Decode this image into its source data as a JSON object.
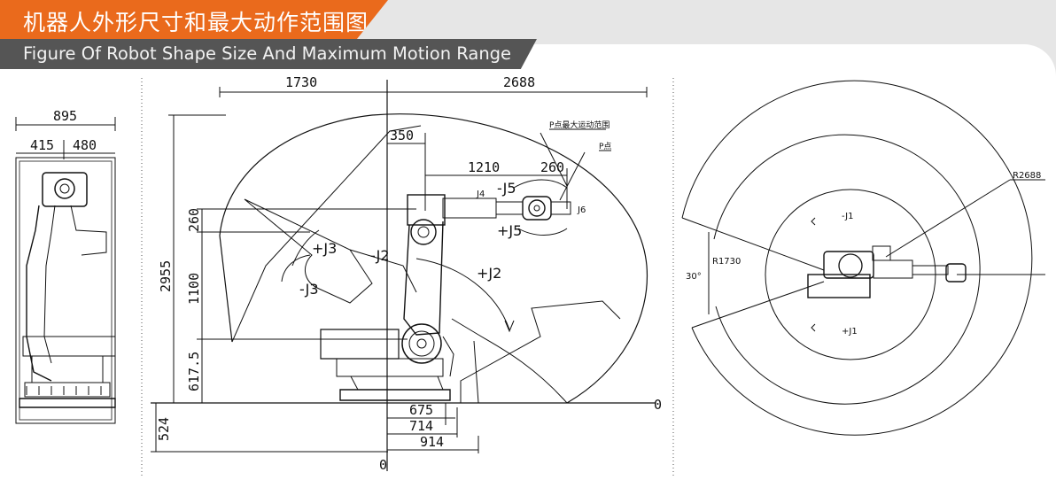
{
  "header": {
    "title_cn": "机器人外形尺寸和最大动作范围图",
    "title_en": "Figure Of Robot Shape Size And Maximum Motion Range"
  },
  "front_view": {
    "overall_width": "895",
    "left_width": "415",
    "right_width": "480"
  },
  "side_view": {
    "top_left": "1730",
    "top_right": "2688",
    "offset_350": "350",
    "arm_1210": "1210",
    "wrist_260": "260",
    "h_260": "260",
    "h_2955": "2955",
    "h_1100": "1100",
    "h_617": "617.5",
    "h_524": "524",
    "base_675": "675",
    "base_714": "714",
    "base_914": "914",
    "zero_right": "0",
    "zero_bottom": "0",
    "j2_pos": "+J2",
    "j2_neg": "-J2",
    "j3_pos": "+J3",
    "j3_neg": "-J3",
    "j4": "J4",
    "j5_neg": "-J5",
    "j5_pos": "+J5",
    "j6": "J6",
    "note_range": "P点最大运动范围",
    "note_point": "P点"
  },
  "top_view": {
    "r_outer": "R2688",
    "r_inner": "R1730",
    "angle": "30°",
    "j1_neg": "-J1",
    "j1_pos": "+J1"
  },
  "colors": {
    "accent": "#ea6a1c",
    "subtitle_bg": "#555555",
    "background": "#e6e6e6"
  }
}
